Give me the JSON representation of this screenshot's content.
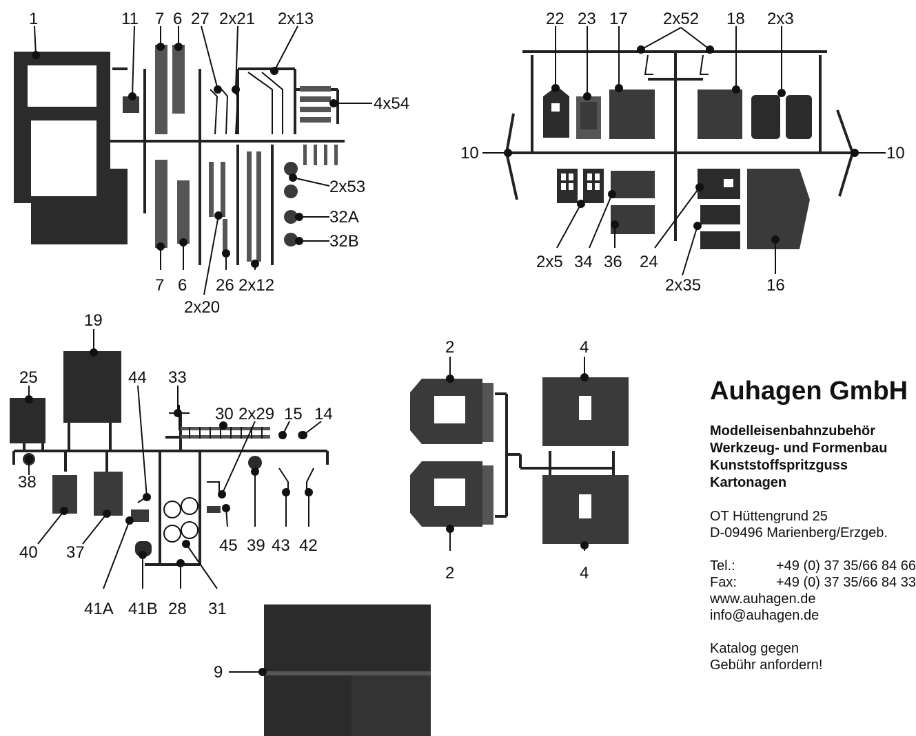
{
  "labels": {
    "n1": "1",
    "n11": "11",
    "n7a": "7",
    "n6a": "6",
    "n27": "27",
    "n2x21": "2x21",
    "n2x13": "2x13",
    "n4x54": "4x54",
    "n2x53": "2x53",
    "n32a": "32A",
    "n32b": "32B",
    "n7b": "7",
    "n6b": "6",
    "n26": "26",
    "n2x12": "2x12",
    "n2x20": "2x20",
    "n22": "22",
    "n23": "23",
    "n17": "17",
    "n2x52": "2x52",
    "n18": "18",
    "n2x3": "2x3",
    "n10a": "10",
    "n10b": "10",
    "n2x5": "2x5",
    "n34": "34",
    "n36": "36",
    "n24": "24",
    "n2x35": "2x35",
    "n16": "16",
    "n19": "19",
    "n25": "25",
    "n44": "44",
    "n33": "33",
    "n30": "30",
    "n2x29": "2x29",
    "n15": "15",
    "n14": "14",
    "n38": "38",
    "n45": "45",
    "n39": "39",
    "n43": "43",
    "n42": "42",
    "n40": "40",
    "n37": "37",
    "n41a": "41A",
    "n41b": "41B",
    "n28": "28",
    "n31": "31",
    "n2a": "2",
    "n4a": "4",
    "n2b": "2",
    "n4b": "4",
    "n9": "9"
  },
  "company": {
    "name": "Auhagen GmbH",
    "tag1": "Modelleisenbahnzubehör",
    "tag2": "Werkzeug- und Formenbau",
    "tag3": "Kunststoffspritzguss",
    "tag4": "Kartonagen",
    "street": "OT Hüttengrund 25",
    "city": "D-09496 Marienberg/Erzgeb.",
    "tel_label": "Tel.:",
    "tel": "+49 (0) 37 35/66 84 66",
    "fax_label": "Fax:",
    "fax": "+49 (0) 37 35/66 84 33",
    "web": "www.auhagen.de",
    "email": "info@auhagen.de",
    "catalog1": "Katalog gegen",
    "catalog2": "Gebühr anfordern!"
  }
}
